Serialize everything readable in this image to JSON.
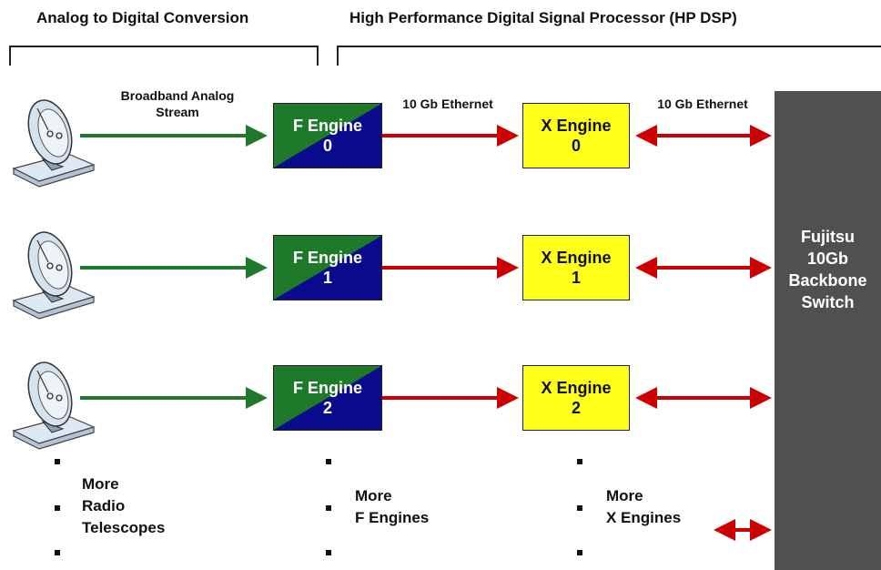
{
  "sections": {
    "adc_title": "Analog to Digital Conversion",
    "dsp_title": "High Performance Digital Signal Processor (HP DSP)"
  },
  "labels": {
    "broadband_line1": "Broadband Analog",
    "broadband_line2": "Stream",
    "ethernet_left": "10 Gb Ethernet",
    "ethernet_right": "10 Gb Ethernet"
  },
  "f_engines": [
    {
      "name": "F Engine",
      "index": "0"
    },
    {
      "name": "F Engine",
      "index": "1"
    },
    {
      "name": "F Engine",
      "index": "2"
    }
  ],
  "x_engines": [
    {
      "name": "X Engine",
      "index": "0"
    },
    {
      "name": "X Engine",
      "index": "1"
    },
    {
      "name": "X Engine",
      "index": "2"
    }
  ],
  "switch": {
    "line1": "Fujitsu",
    "line2": "10Gb",
    "line3": "Backbone",
    "line4": "Switch"
  },
  "more": {
    "telescopes": [
      "More",
      "Radio",
      "Telescopes"
    ],
    "f_engines": [
      "More",
      "F Engines"
    ],
    "x_engines": [
      "More",
      "X Engines"
    ]
  },
  "colors": {
    "analog_arrow": "#1e7a2a",
    "ethernet_arrow": "#cc0000",
    "f_engine_top": "#1e7a2a",
    "f_engine_bottom": "#0a0a8c",
    "x_engine": "#ffff1a",
    "switch": "#505050"
  },
  "icons": [
    "radio-telescope-icon"
  ]
}
